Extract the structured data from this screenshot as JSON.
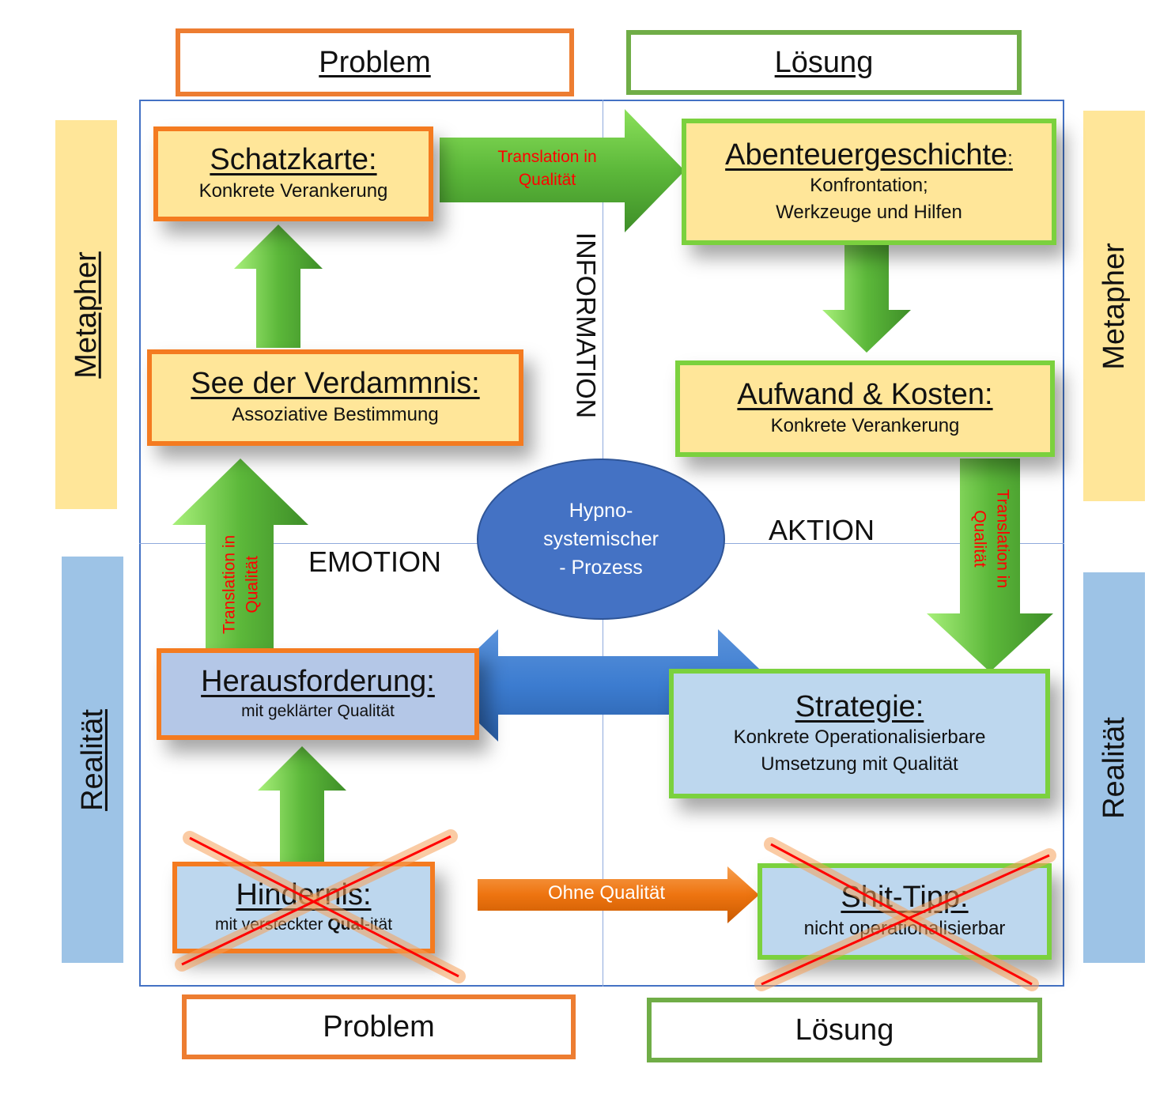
{
  "headers": {
    "top_left": "Problem",
    "top_right": "Lösung",
    "bottom_left": "Problem",
    "bottom_right": "Lösung"
  },
  "side_labels": {
    "left_top": "Metapher",
    "left_bottom": "Realität",
    "right_top": "Metapher",
    "right_bottom": "Realität"
  },
  "axis_labels": {
    "information": "INFORMATION",
    "emotion": "EMOTION",
    "aktion": "AKTION"
  },
  "center": {
    "line1": "Hypno-",
    "line2": "systemischer",
    "line3": "- Prozess"
  },
  "boxes": {
    "schatzkarte": {
      "title": "Schatzkarte:",
      "sub": "Konkrete Verankerung"
    },
    "see": {
      "title": "See der Verdammnis:",
      "sub": "Assoziative Bestimmung"
    },
    "herausforderung": {
      "title": "Herausforderung:",
      "sub": "mit geklärter Qualität"
    },
    "hindernis": {
      "title": "Hindernis:",
      "sub_a": "mit versteckter ",
      "sub_b": "Qual",
      "sub_c": "-ität",
      "crossed_out": true
    },
    "abenteuer": {
      "title": "Abenteuergeschichte",
      "title_suffix": ":",
      "sub1": "Konfrontation;",
      "sub2": "Werkzeuge und Hilfen"
    },
    "aufwand": {
      "title": "Aufwand & Kosten:",
      "sub": "Konkrete Verankerung"
    },
    "strategie": {
      "title": "Strategie:",
      "sub1": "Konkrete Operationalisierbare",
      "sub2": "Umsetzung mit Qualität"
    },
    "shittipp": {
      "title": "Shit-Tipp:",
      "sub": "nicht operationalisierbar",
      "crossed_out": true
    }
  },
  "arrows": {
    "top_right": {
      "line1": "Translation in",
      "line2": "Qualität"
    },
    "left_up": {
      "line1": "Translation in",
      "line2": "Qualität"
    },
    "right_down": {
      "line1": "Translation in",
      "line2": "Qualität"
    },
    "bottom": {
      "label": "Ohne Qualität"
    }
  },
  "colors": {
    "problem_orange": "#ED7D31",
    "solution_green": "#70AD47",
    "metaphor_yellow": "#FFE699",
    "reality_blue": "#9DC3E6",
    "process_blue": "#4472C4",
    "annotation_red": "#FF0000"
  }
}
